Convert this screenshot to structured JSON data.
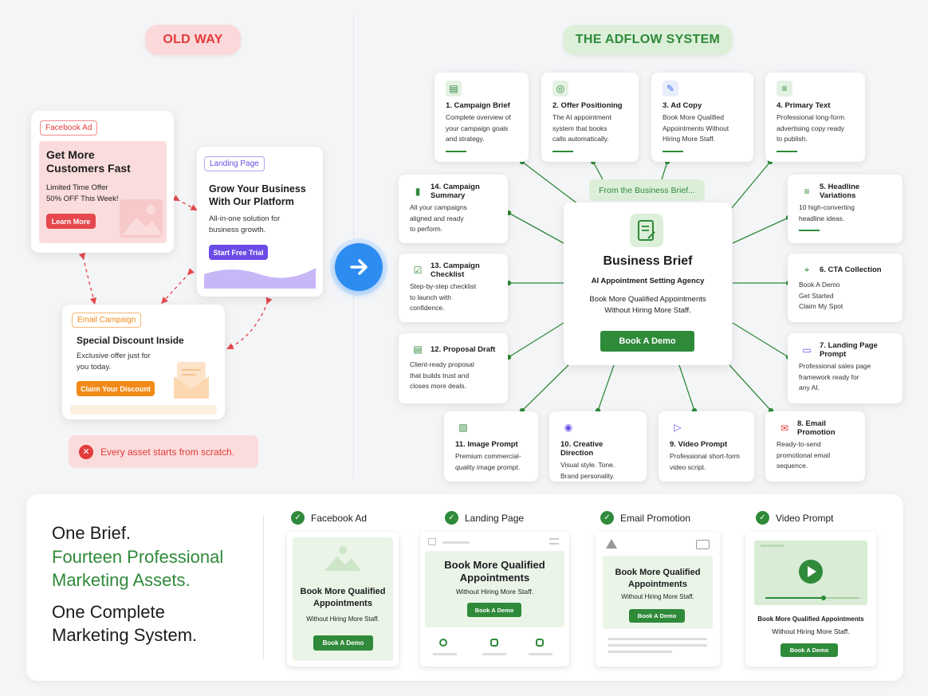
{
  "old_way": {
    "pill": "OLD WAY",
    "facebook_ad": {
      "tag": "Facebook Ad",
      "headline_1": "Get More",
      "headline_2": "Customers Fast",
      "offer_1": "Limited Time Offer",
      "offer_2": "50% OFF This Week!",
      "button": "Learn More"
    },
    "landing_page": {
      "tag": "Landing Page",
      "headline_1": "Grow Your Business",
      "headline_2": "With Our Platform",
      "desc_1": "All-in-one solution for",
      "desc_2": "business growth.",
      "button": "Start Free Trial"
    },
    "email_campaign": {
      "tag": "Email Campaign",
      "headline": "Special Discount Inside",
      "desc_1": "Exclusive offer just for",
      "desc_2": "you today.",
      "button": "Claim Your Discount"
    },
    "warning": "Every asset starts from scratch."
  },
  "adflow": {
    "pill": "THE ADFLOW SYSTEM",
    "from_label": "From the Business Brief...",
    "center": {
      "title": "Business Brief",
      "subtitle": "AI Appointment Setting Agency",
      "line_1": "Book More Qualified Appointments",
      "line_2": "Without Hiring More Staff.",
      "button": "Book A Demo"
    },
    "nodes": {
      "n1": {
        "title": "1. Campaign Brief",
        "lines": [
          "Complete overview of",
          "your campaign goals",
          "and strategy."
        ],
        "icon": "document-icon"
      },
      "n2": {
        "title": "2. Offer Positioning",
        "lines": [
          "The AI appointment",
          "system that books",
          "calls automatically."
        ],
        "icon": "target-icon"
      },
      "n3": {
        "title": "3. Ad Copy",
        "lines": [
          "Book More Qualified",
          "Appointments Without",
          "Hiring More Staff."
        ],
        "icon": "pencil-icon"
      },
      "n4": {
        "title": "4. Primary Text",
        "lines": [
          "Professional long-form",
          "advertising copy ready",
          "to publish."
        ],
        "icon": "text-lines-icon"
      },
      "n5": {
        "title": "5. Headline Variations",
        "lines": [
          "10 high-converting",
          "headline ideas."
        ],
        "icon": "list-icon"
      },
      "n6": {
        "title": "6. CTA Collection",
        "lines": [
          "Book A Demo",
          "Get Started",
          "Claim My Spot"
        ],
        "icon": "cursor-icon"
      },
      "n7": {
        "title": "7. Landing Page Prompt",
        "lines": [
          "Professional sales page",
          "framework ready for",
          "any AI."
        ],
        "icon": "browser-icon"
      },
      "n8": {
        "title": "8. Email Promotion",
        "lines": [
          "Ready-to-send",
          "promotional email",
          "sequence."
        ],
        "icon": "mail-icon"
      },
      "n9": {
        "title": "9. Video Prompt",
        "lines": [
          "Professional short-form",
          "video script."
        ],
        "icon": "play-icon"
      },
      "n10": {
        "title": "10. Creative Direction",
        "lines": [
          "Visual style. Tone.",
          "Brand personality."
        ],
        "icon": "palette-icon"
      },
      "n11": {
        "title": "11. Image Prompt",
        "lines": [
          "Premium commercial-",
          "quality image prompt."
        ],
        "icon": "image-icon"
      },
      "n12": {
        "title": "12. Proposal Draft",
        "lines": [
          "Client-ready proposal",
          "that builds trust and",
          "closes more deals."
        ],
        "icon": "proposal-icon"
      },
      "n13": {
        "title": "13. Campaign Checklist",
        "lines": [
          "Step-by-step checklist",
          "to launch with",
          "confidence."
        ],
        "icon": "checklist-icon"
      },
      "n14": {
        "title": "14. Campaign Summary",
        "lines": [
          "All your campaigns",
          "aligned and ready",
          "to perform."
        ],
        "icon": "bar-chart-icon"
      }
    }
  },
  "bottom": {
    "line_1": "One Brief.",
    "line_2": "Fourteen Professional",
    "line_3": "Marketing Assets.",
    "line_4": "One Complete",
    "line_5": "Marketing System.",
    "previews": [
      {
        "label": "Facebook Ad",
        "head_1": "Book More Qualified",
        "head_2": "Appointments",
        "sub": "Without Hiring More Staff.",
        "button": "Book A Demo"
      },
      {
        "label": "Landing Page",
        "head_1": "Book More Qualified",
        "head_2": "Appointments",
        "sub": "Without Hiring More Staff.",
        "button": "Book A Demo"
      },
      {
        "label": "Email Promotion",
        "head_1": "Book More Qualified",
        "head_2": "Appointments",
        "sub": "Without Hiring More Staff.",
        "button": "Book A Demo"
      },
      {
        "label": "Video Prompt",
        "head_1": "Book More Qualified Appointments",
        "sub": "Without Hiring More Staff.",
        "button": "Book A Demo"
      }
    ]
  },
  "colors": {
    "green": "#2f8a3a",
    "red": "#e23b3b",
    "purple": "#6b4ce6",
    "orange": "#f28a1a",
    "blue": "#2d8cf0"
  }
}
